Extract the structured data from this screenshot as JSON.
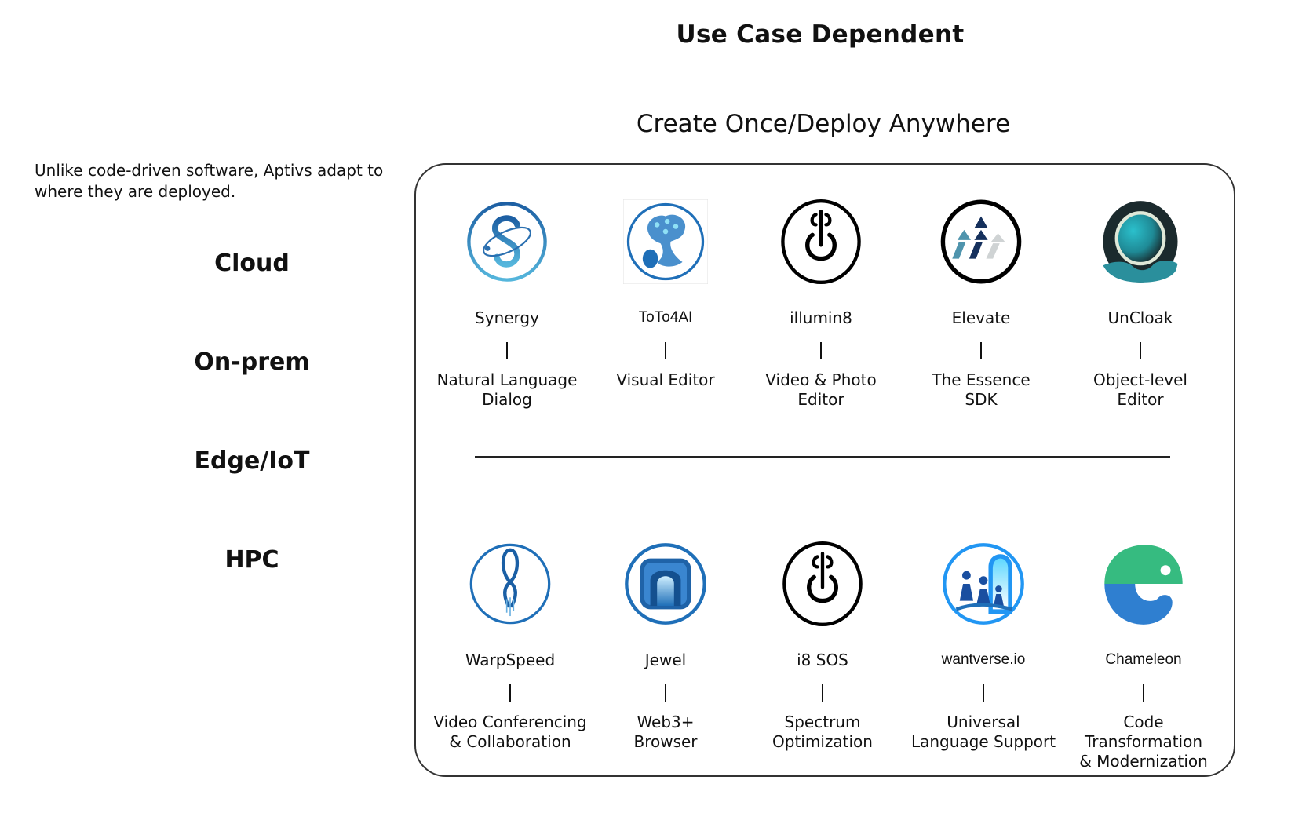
{
  "title": "Use Case Dependent",
  "heading": "Create Once/Deploy Anywhere",
  "intro": "Unlike code-driven software, Aptivs adapt to where they are deployed.",
  "environments": [
    "Cloud",
    "On-prem",
    "Edge/IoT",
    "HPC"
  ],
  "separator": "|",
  "rows": [
    {
      "cards": [
        {
          "name": "Synergy",
          "desc": "Natural Language\nDialog",
          "icon": "synergy-s-orbit-logo"
        },
        {
          "name": "ToTo4AI",
          "desc": "Visual Editor",
          "icon": "toto4ai-brain-tree-logo"
        },
        {
          "name": "illumin8",
          "desc": "Video & Photo\nEditor",
          "icon": "illumin8-power-logo"
        },
        {
          "name": "Elevate",
          "desc": "The Essence\nSDK",
          "icon": "elevate-arrows-logo"
        },
        {
          "name": "UnCloak",
          "desc": "Object-level\nEditor",
          "icon": "uncloak-orb-logo"
        }
      ]
    },
    {
      "cards": [
        {
          "name": "WarpSpeed",
          "desc": "Video Conferencing\n& Collaboration",
          "icon": "warpspeed-rocket-logo"
        },
        {
          "name": "Jewel",
          "desc": "Web3+\nBrowser",
          "icon": "jewel-tunnel-logo"
        },
        {
          "name": "i8 SOS",
          "desc": "Spectrum\nOptimization",
          "icon": "i8sos-power-logo"
        },
        {
          "name": "wantverse.io",
          "desc": "Universal\nLanguage Support",
          "icon": "wantverse-family-logo"
        },
        {
          "name": "Chameleon",
          "desc": "Code Transformation\n& Modernization",
          "icon": "chameleon-c-logo"
        }
      ]
    }
  ],
  "colors": {
    "synergy_blue": "#2a6fb0",
    "toto_blue": "#1f6fb8",
    "elevate_navy": "#15305c",
    "elevate_teal": "#4f94ad",
    "uncloak_dark": "#1b2a2d",
    "uncloak_teal": "#2bb3c0",
    "wantverse_blue": "#2196f3",
    "chameleon_green": "#36bb80",
    "chameleon_blue": "#2f7fd0"
  }
}
